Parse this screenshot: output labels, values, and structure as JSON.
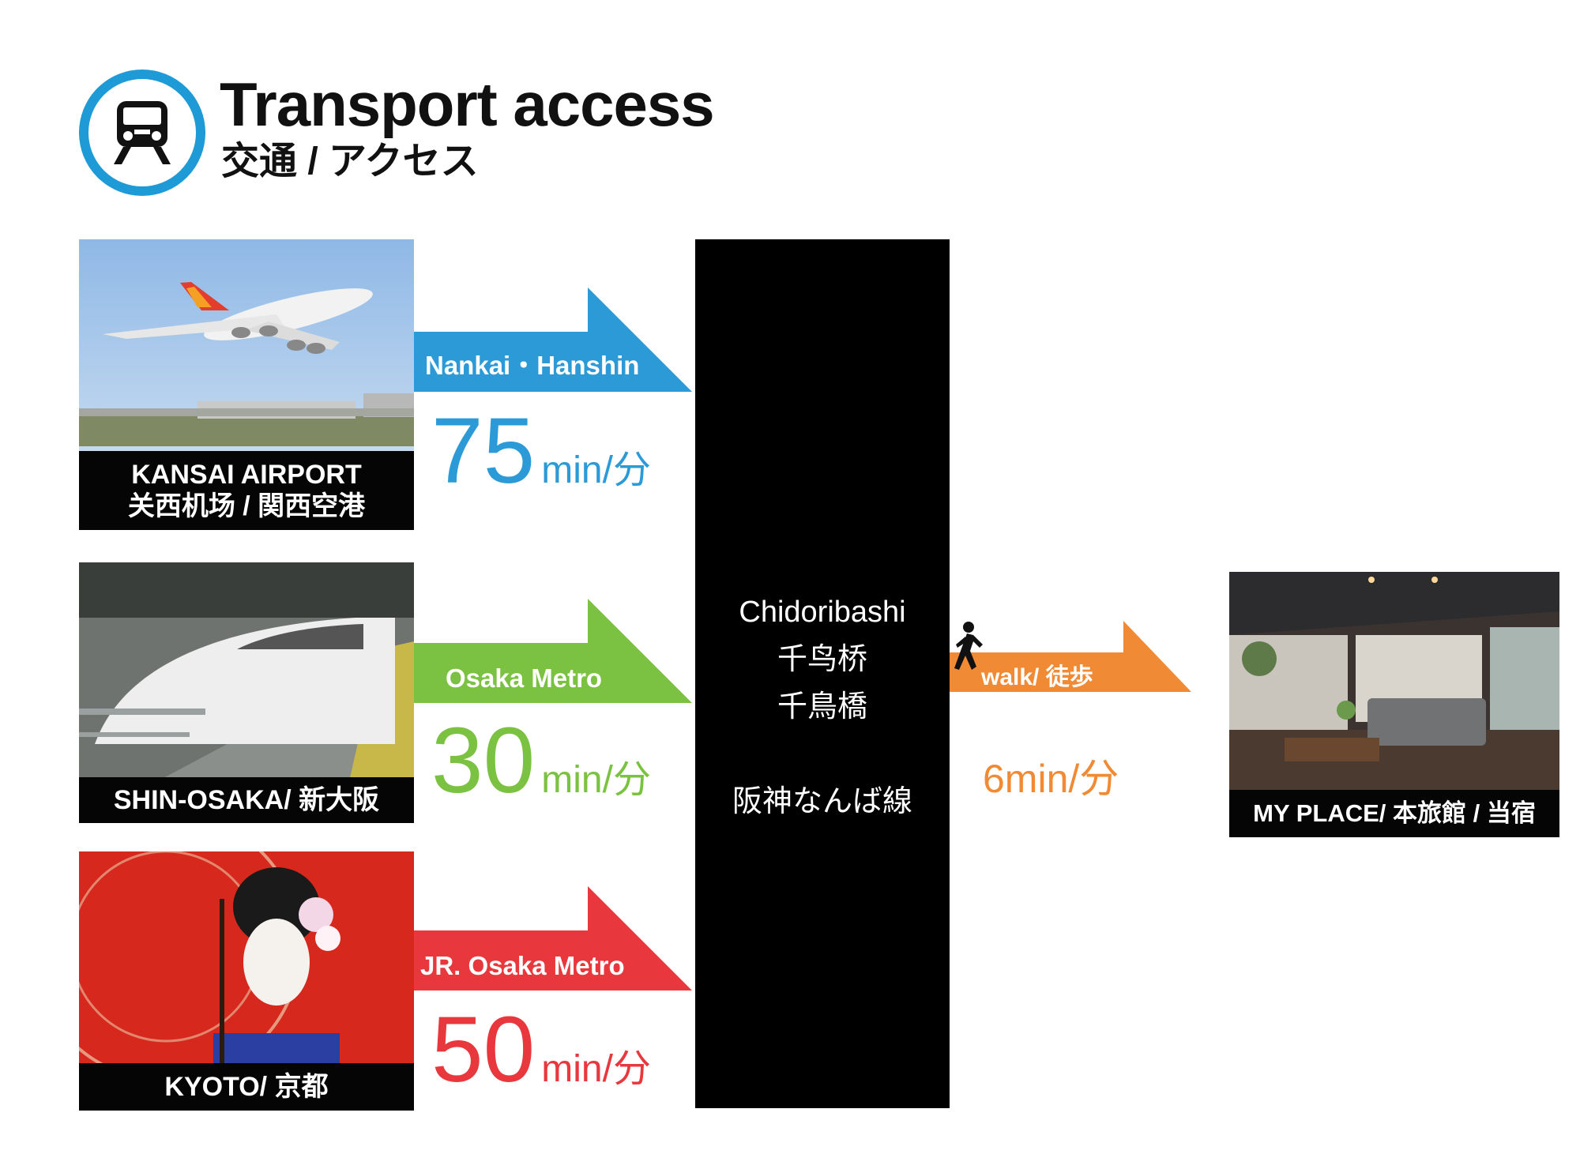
{
  "header": {
    "title": "Transport access",
    "subtitle": "交通 / アクセス",
    "icon": "train-icon",
    "accent_color": "#1e9ad6"
  },
  "routes": [
    {
      "origin_line1": "KANSAI AIRPORT",
      "origin_line2": "关西机场 / 関西空港",
      "line": "Nankai・Hanshin",
      "minutes": "75",
      "unit": "min/分",
      "color": "#2b9ad6"
    },
    {
      "origin_line1": "SHIN-OSAKA/ 新大阪",
      "line": "Osaka Metro",
      "minutes": "30",
      "unit": "min/分",
      "color": "#7cc242"
    },
    {
      "origin_line1": "KYOTO/ 京都",
      "line": "JR. Osaka Metro",
      "minutes": "50",
      "unit": "min/分",
      "color": "#e8383d"
    }
  ],
  "station": {
    "name_en": "Chidoribashi",
    "name_zh": "千鸟桥",
    "name_ja": "千鳥橋",
    "line_name": "阪神なんば線"
  },
  "walk": {
    "label": "walk/ 徒歩",
    "time": "6min/分",
    "color": "#f18a35",
    "icon": "walking-person-icon"
  },
  "destination": {
    "label": "MY PLACE/ 本旅館 / 当宿"
  }
}
